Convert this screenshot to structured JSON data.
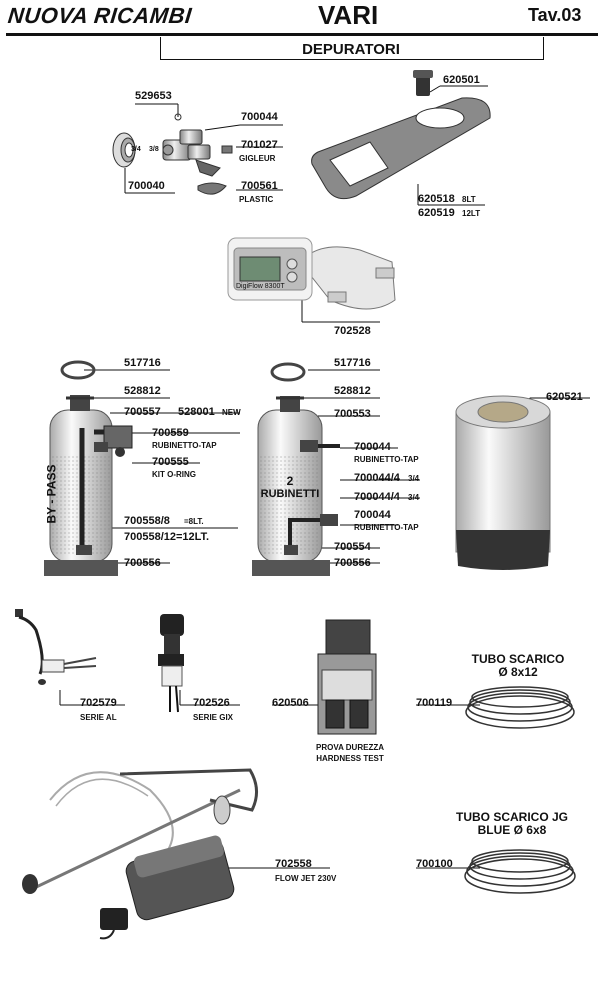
{
  "header": {
    "brand": "NUOVA RICAMBI",
    "title": "VARI",
    "table": "Tav.03",
    "section": "DEPURATORI"
  },
  "parts": {
    "p529653": "529653",
    "p700044_top": "700044",
    "p701027": "701027",
    "gigleur": "GIGLEUR",
    "p700040": "700040",
    "p700561": "700561",
    "plastic": "PLASTIC",
    "ratio_34": "3/4",
    "ratio_38": "3/8",
    "p620501": "620501",
    "p620518": "620518",
    "p620518_note": "8LT",
    "p620519": "620519",
    "p620519_note": "12LT",
    "display_text": "DigiFlow 8300T",
    "p702528": "702528",
    "left_517716": "517716",
    "left_528812": "528812",
    "left_700557": "700557",
    "p528001": "528001",
    "p528001_note": "NEW",
    "p700559": "700559",
    "rubinetto_tap_1": "RUBINETTO-TAP",
    "p700555": "700555",
    "kit_oring": "KIT O-RING",
    "p700558_8": "700558/8",
    "p700558_8_note": "=8LT.",
    "p700558_12": "700558/12=12LT.",
    "left_700556": "700556",
    "bypass": "BY - PASS",
    "right_517716": "517716",
    "right_528812": "528812",
    "right_700553": "700553",
    "right_700044_a": "700044",
    "rubinetto_tap_2": "RUBINETTO-TAP",
    "p700044_4_a": "700044/4",
    "p700044_4_a_note": "3/4",
    "p700044_4_b": "700044/4",
    "p700044_4_b_note": "3/4",
    "right_700044_b": "700044",
    "rubinetto_tap_3": "RUBINETTO-TAP",
    "right_700554": "700554",
    "right_700556": "700556",
    "two": "2",
    "rubinetti": "RUBINETTI",
    "p620521": "620521",
    "p702579": "702579",
    "serie_al": "SERIE AL",
    "p702526": "702526",
    "serie_gix": "SERIE GIX",
    "p620506": "620506",
    "prova_durezza": "PROVA DUREZZA",
    "hardness_test": "HARDNESS TEST",
    "tubo_scarico": "TUBO SCARICO",
    "tubo_size": "Ø 8x12",
    "p700119": "700119",
    "tubo_jg": "TUBO SCARICO JG",
    "tubo_jg_size": "BLUE Ø 6x8",
    "p700100": "700100",
    "p702558": "702558",
    "flow_jet": "FLOW JET 230V"
  }
}
